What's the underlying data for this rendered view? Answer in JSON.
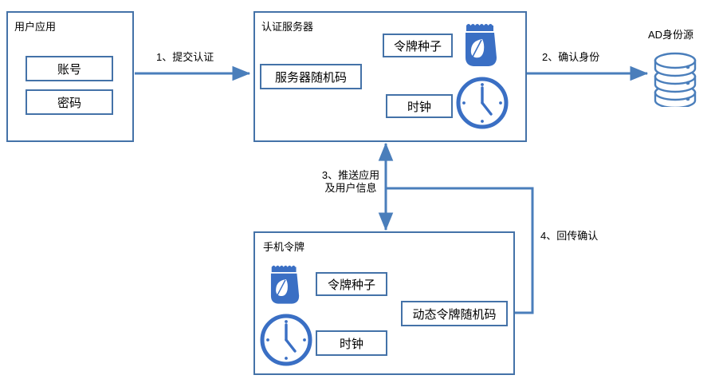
{
  "diagram": {
    "title_hidden": "",
    "colors": {
      "stroke": "#4472a8",
      "connector": "#4a7ebb",
      "icon_fill": "#3a6fc4",
      "text": "#000000",
      "background": "#ffffff"
    },
    "panels": {
      "user_app": {
        "title": "用户应用",
        "boxes": [
          {
            "label": "账号"
          },
          {
            "label": "密码"
          }
        ]
      },
      "auth_server": {
        "title": "认证服务器",
        "boxes": [
          {
            "label": "服务器随机码"
          },
          {
            "label": "令牌种子"
          },
          {
            "label": "时钟"
          }
        ],
        "icons": [
          {
            "name": "seed-packet-icon"
          },
          {
            "name": "clock-icon"
          }
        ]
      },
      "phone_token": {
        "title": "手机令牌",
        "boxes": [
          {
            "label": "令牌种子"
          },
          {
            "label": "时钟"
          },
          {
            "label": "动态令牌随机码"
          }
        ],
        "icons": [
          {
            "name": "seed-packet-icon"
          },
          {
            "name": "clock-icon"
          }
        ]
      }
    },
    "nodes": {
      "ad_source": {
        "label": "AD身份源",
        "icon": "database-icon"
      }
    },
    "flows": [
      {
        "id": "1",
        "label": "1、提交认证"
      },
      {
        "id": "2",
        "label": "2、确认身份"
      },
      {
        "id": "3",
        "label_line1": "3、推送应用",
        "label_line2": "及用户信息"
      },
      {
        "id": "4",
        "label": "4、回传确认"
      }
    ]
  }
}
